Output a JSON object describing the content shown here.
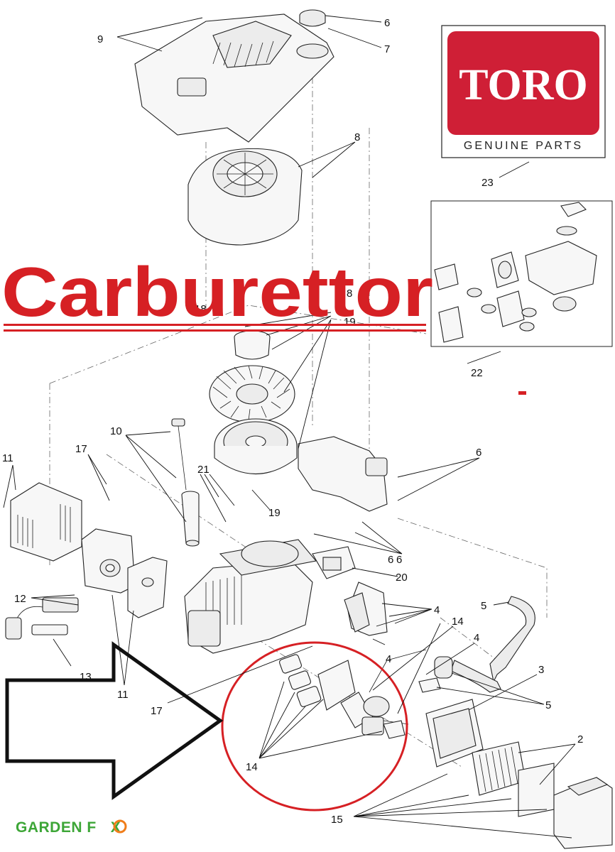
{
  "title_overlay": "Carburettor",
  "logo": {
    "brand": "TORO",
    "tagline": "GENUINE PARTS",
    "callout": "23"
  },
  "footer_brand": {
    "word1": "GARDEN",
    "word2": "F",
    "word3": "X"
  },
  "colors": {
    "accent_red": "#d62024",
    "logo_red": "#cf1f36",
    "fox_green": "#3da637",
    "fox_orange": "#f07d1a"
  },
  "callouts": [
    "9",
    "6",
    "7",
    "8",
    "23",
    "22",
    "18",
    "19",
    "10",
    "17",
    "11",
    "21",
    "6",
    "19",
    "20",
    "6",
    "12",
    "5",
    "4",
    "14",
    "13",
    "11",
    "4",
    "3",
    "17",
    "5",
    "14",
    "2",
    "15"
  ]
}
